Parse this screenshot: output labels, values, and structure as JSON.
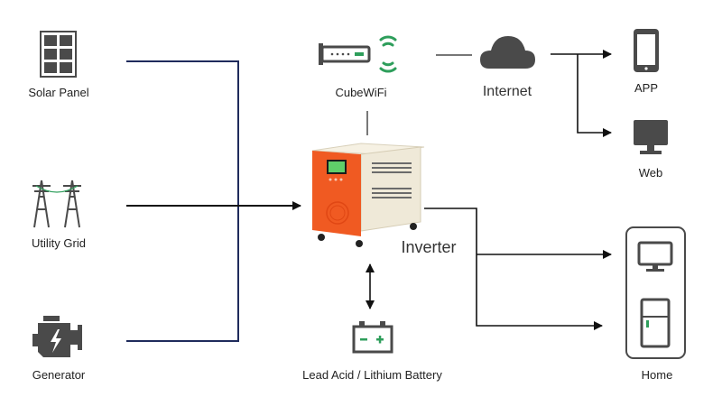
{
  "nodes": {
    "solar_panel": "Solar Panel",
    "utility_grid": "Utility Grid",
    "generator": "Generator",
    "cubewifi": "CubeWiFi",
    "internet": "Internet",
    "app": "APP",
    "web": "Web",
    "inverter": "Inverter",
    "battery": "Lead Acid / Lithium Battery",
    "home": "Home"
  },
  "colors": {
    "line": "#111111",
    "navy_line": "#1f2b5c",
    "icon_gray": "#4a4a4a",
    "accent_green": "#2e9e5b",
    "inverter_orange": "#f05a22",
    "inverter_cream": "#efe9d8"
  }
}
